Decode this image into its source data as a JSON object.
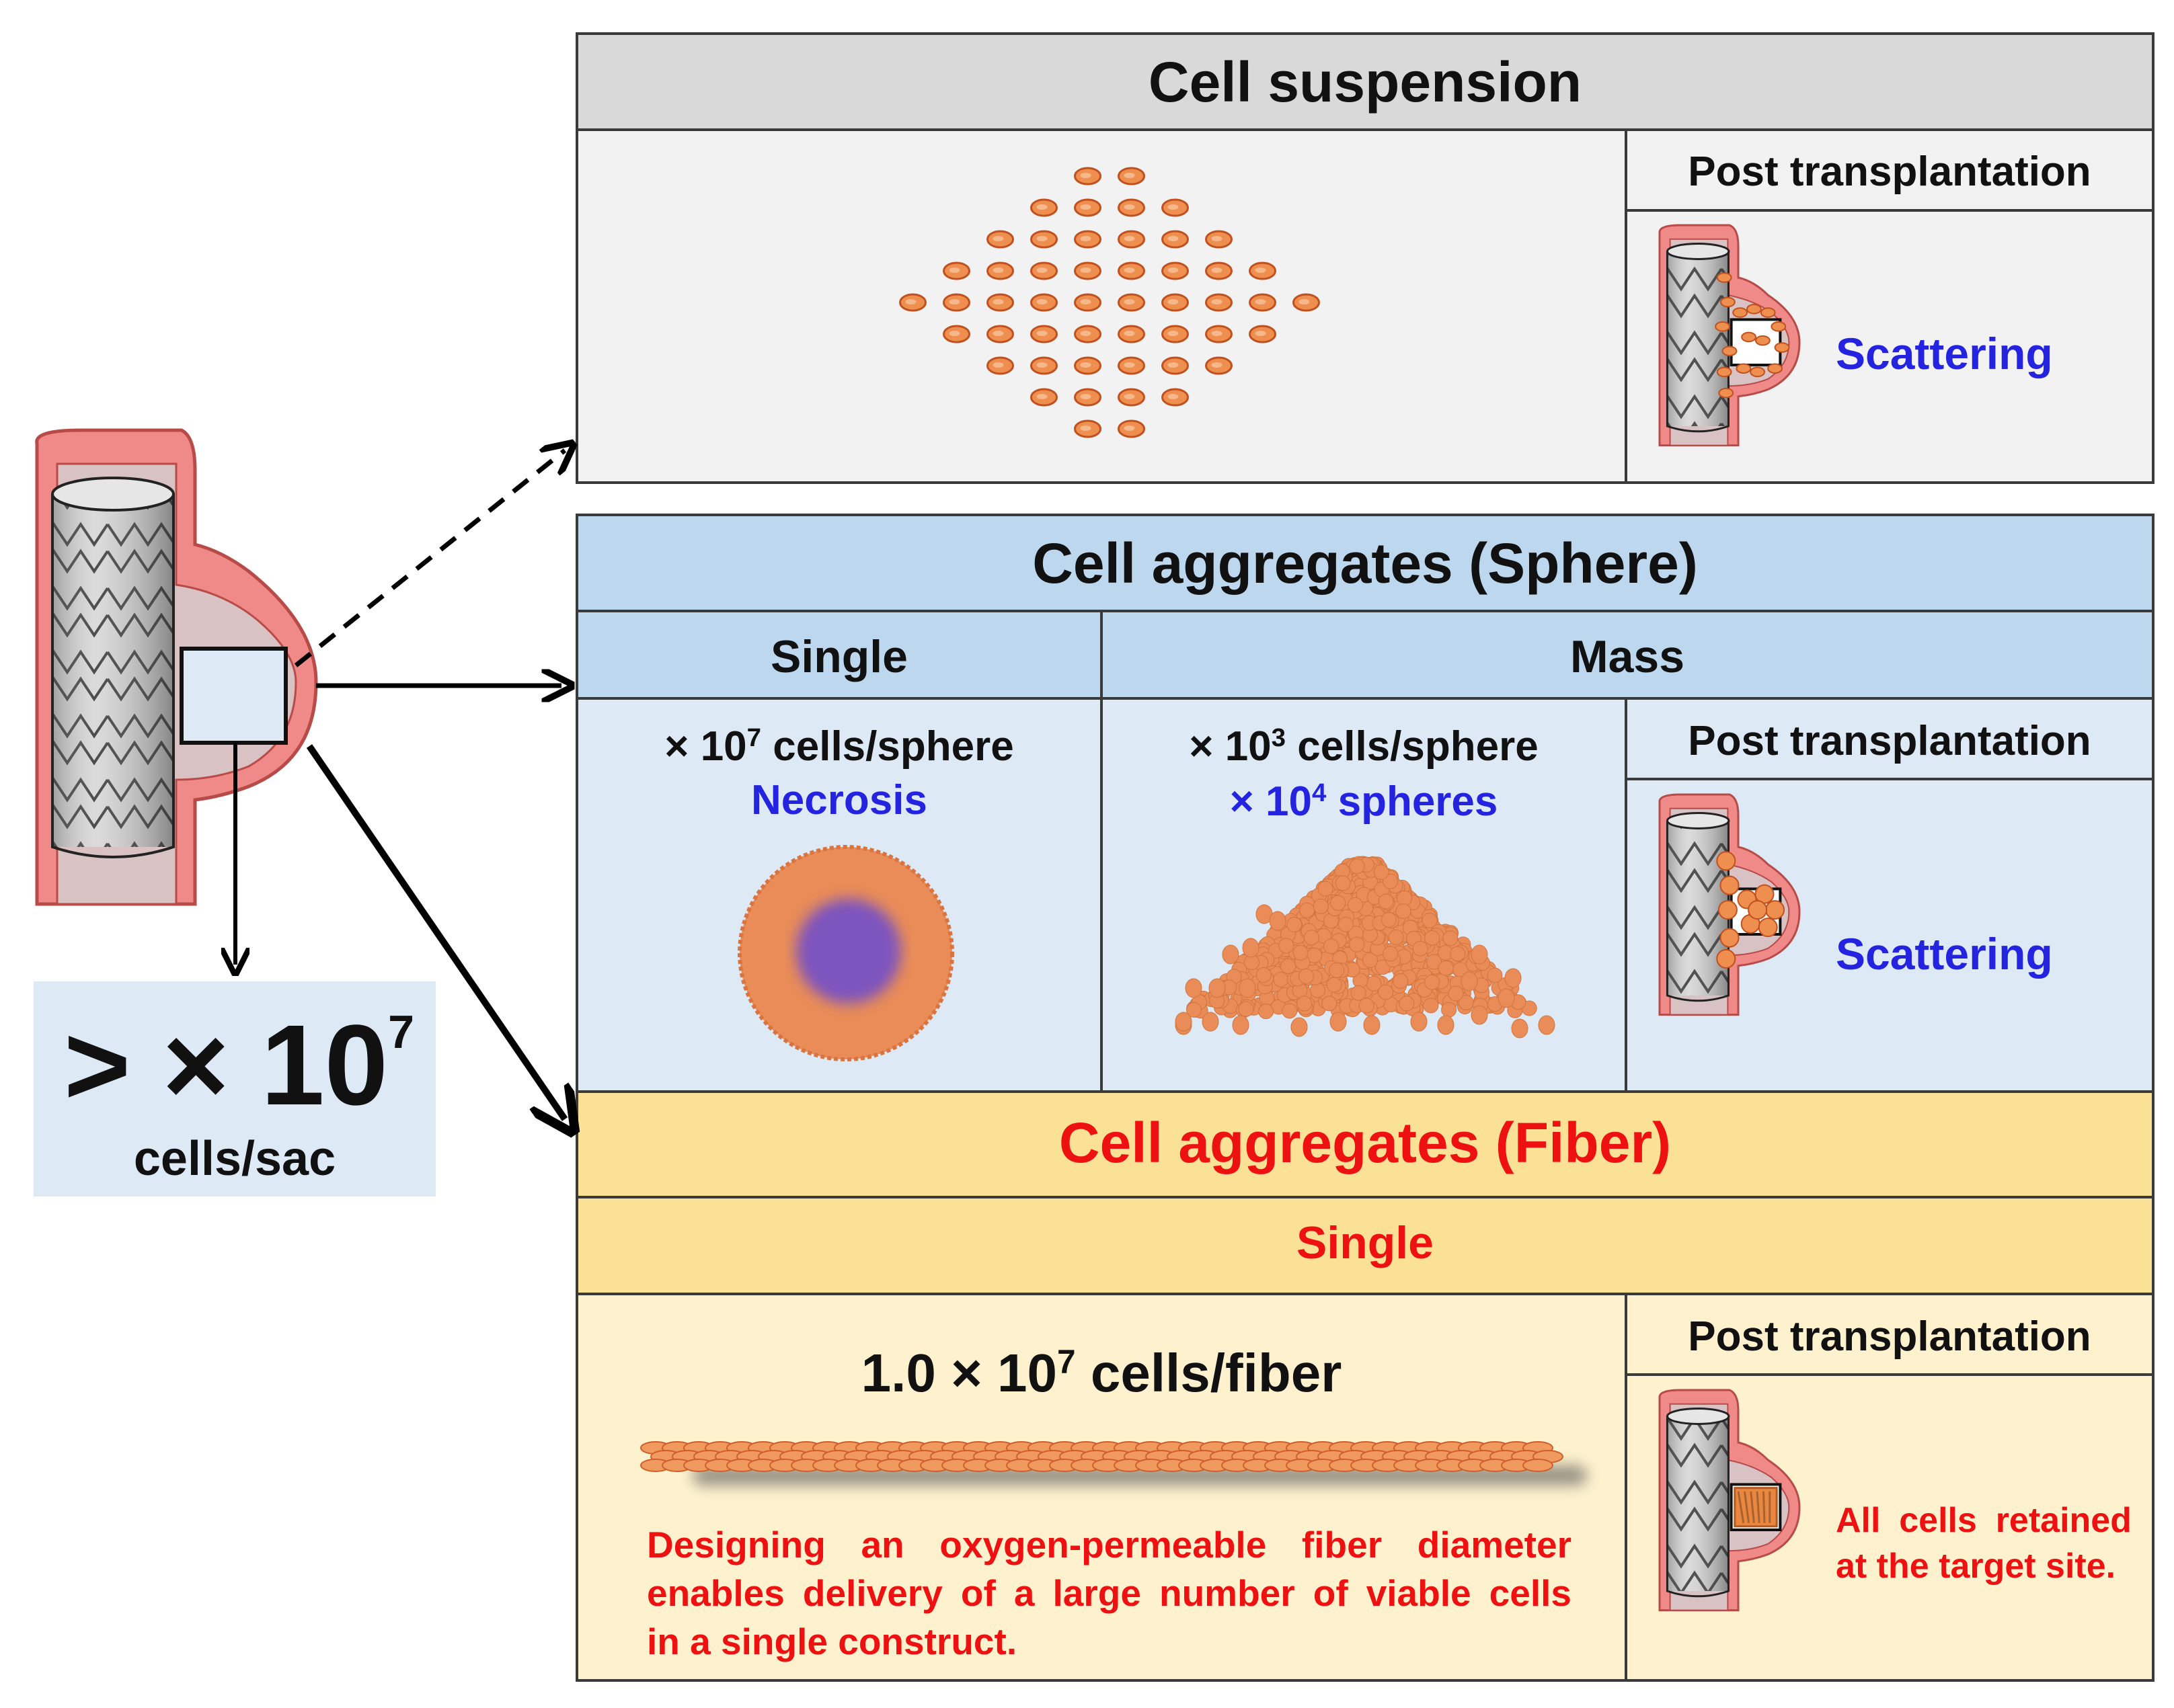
{
  "left": {
    "big_value": "> × 10",
    "big_exp": "7",
    "unit": "cells/sac"
  },
  "suspension": {
    "title": "Cell suspension",
    "post_label": "Post transplantation",
    "post_result": "Scattering"
  },
  "sphere": {
    "title": "Cell aggregates (Sphere)",
    "single": {
      "header": "Single",
      "count_prefix": "× 10",
      "count_exp": "7",
      "count_suffix": " cells/sphere",
      "outcome": "Necrosis"
    },
    "mass": {
      "header": "Mass",
      "count_prefix": "× 10",
      "count_exp": "3",
      "count_suffix": " cells/sphere",
      "spheres_prefix": "× 10",
      "spheres_exp": "4",
      "spheres_suffix": " spheres"
    },
    "post_label": "Post transplantation",
    "post_result": "Scattering"
  },
  "fiber": {
    "title": "Cell aggregates (Fiber)",
    "sub_header": "Single",
    "count_prefix": "1.0 × 10",
    "count_exp": "7",
    "count_suffix": " cells/fiber",
    "description_lines": [
      "Designing an oxygen-permeable fiber diameter",
      "enables delivery of a large number of viable cells",
      "in a single construct."
    ],
    "post_label": "Post transplantation",
    "post_result_lines": [
      "All cells retained",
      "at the target site."
    ]
  },
  "colors": {
    "grey_header": "#d9d9d9",
    "grey_body": "#f2f2f2",
    "blue_header": "#bcd7ee",
    "blue_body": "#dee9f6",
    "yellow_header": "#fbe196",
    "yellow_body": "#fef2ce",
    "cell_orange": "#ef8f4f",
    "vessel_pink": "#ef8a88",
    "necrosis_purple": "#6a4bd0",
    "text_blue": "#2424e0",
    "text_red": "#ee1111"
  }
}
